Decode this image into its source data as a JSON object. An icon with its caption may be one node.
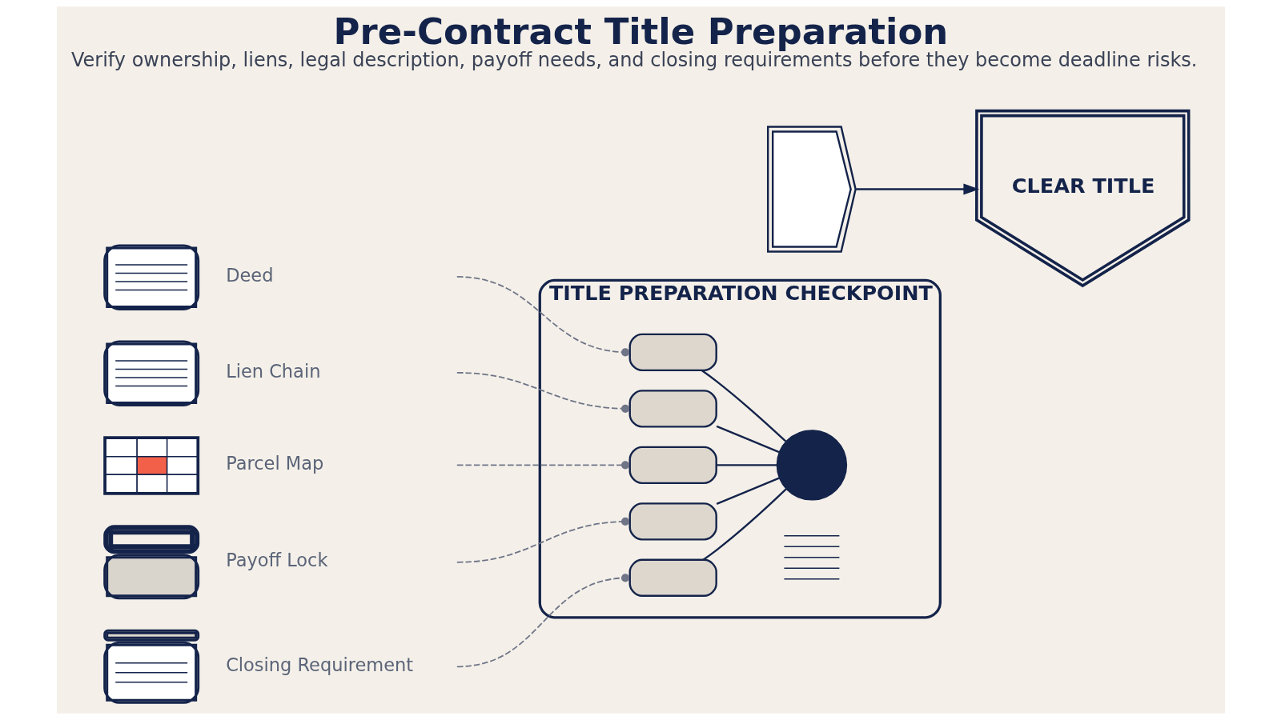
{
  "diagram": {
    "title": "Pre-Contract Title Preparation",
    "caption": "Verify ownership, liens, legal description, payoff needs, and closing requirements before they become deadline risks.",
    "nodes": [
      {
        "text": [
          "Deed"
        ]
      },
      {
        "text": [
          "Lien Chain"
        ]
      },
      {
        "text": [
          "Parcel Map"
        ]
      },
      {
        "text": [
          "Payoff Lock"
        ]
      },
      {
        "text": [
          "Closing Requirement"
        ]
      },
      {
        "text": [
          "TITLE PREPARATION CHECKPOINT"
        ]
      },
      {
        "text": [],
        "shape": "box",
        "in": 5
      },
      {
        "text": [],
        "shape": "box",
        "in": 5
      },
      {
        "text": [],
        "shape": "box",
        "in": 5
      },
      {
        "text": [],
        "shape": "box",
        "in": 5
      },
      {
        "text": [],
        "shape": "box",
        "in": 5
      },
      {
        "text": [],
        "shape": "circle",
        "in": 5
      },
      {
        "text": [],
        "shape": "lines",
        "in": 5
      },
      {
        "text": [],
        "shape": "pentagon"
      },
      {
        "text": [
          "CLEAR TITLE"
        ]
      }
    ],
    "edges": [
      {
        "from": 0,
        "to": 6,
        "arrow": "other",
        "style": "dashed",
        "color": "#6f7487"
      },
      {
        "from": 1,
        "to": 7,
        "arrow": "other",
        "style": "dashed",
        "color": "#6f7487"
      },
      {
        "from": 2,
        "to": 8,
        "arrow": "other",
        "style": "dashed",
        "color": "#6f7487"
      },
      {
        "from": 3,
        "to": 9,
        "arrow": "other",
        "style": "dashed",
        "color": "#6f7487"
      },
      {
        "from": 4,
        "to": 10,
        "arrow": "other",
        "style": "dashed",
        "color": "#6f7487"
      },
      {
        "from": 6,
        "to": 11,
        "arrow": "none"
      },
      {
        "from": 7,
        "to": 11,
        "arrow": "none"
      },
      {
        "from": 8,
        "to": 11,
        "arrow": "none"
      },
      {
        "from": 9,
        "to": 11,
        "arrow": "none"
      },
      {
        "from": 10,
        "to": 11,
        "arrow": "none"
      },
      {
        "from": 13,
        "to": 14,
        "arrow": "to"
      }
    ]
  }
}
